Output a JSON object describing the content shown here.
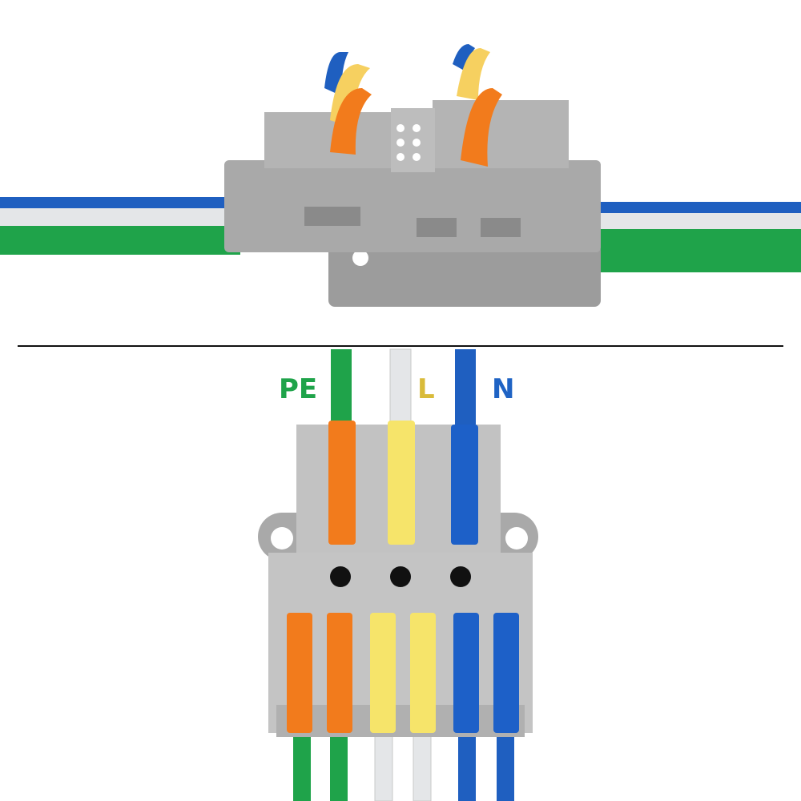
{
  "labels": {
    "pe": "PE",
    "l": "L",
    "n": "N"
  },
  "colors": {
    "pe": "#1fa34a",
    "l": "#d9bb3a",
    "n": "#1f63c4",
    "housing": "#a6a6a6",
    "orange_lever": "#f27b1c",
    "yellow_lever": "#f6e46a",
    "blue_lever": "#1d60c8"
  }
}
